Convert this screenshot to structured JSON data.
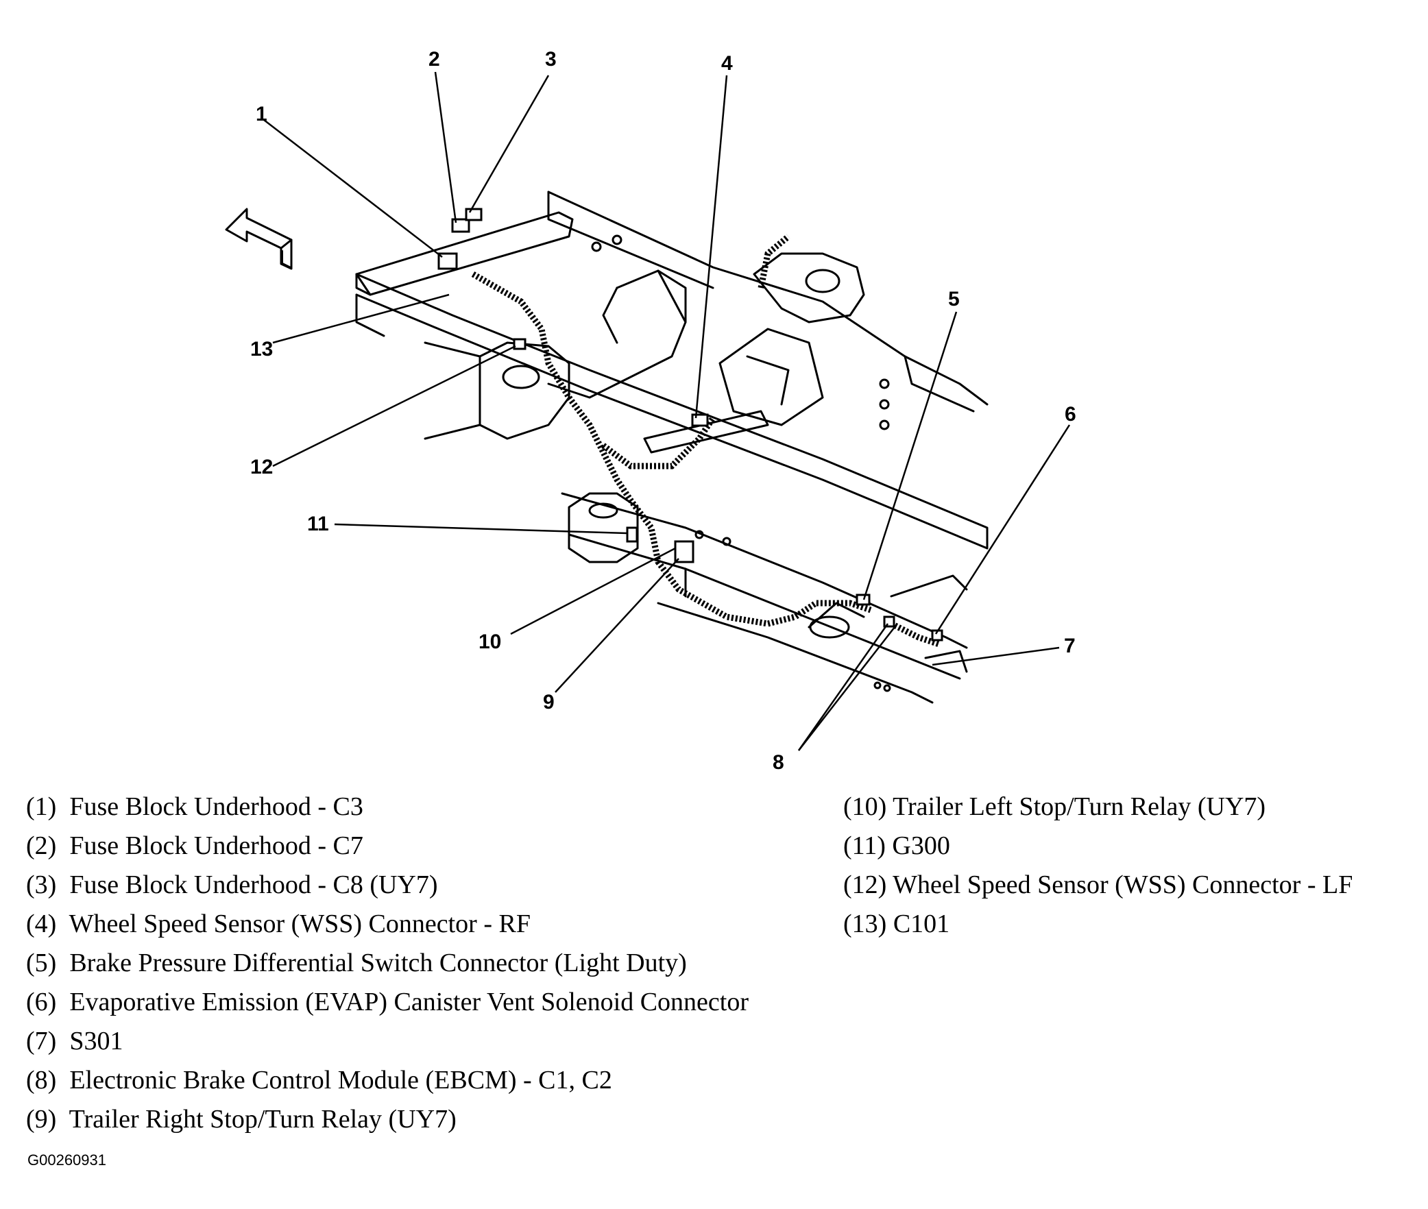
{
  "callouts": {
    "c1": "1",
    "c2": "2",
    "c3": "3",
    "c4": "4",
    "c5": "5",
    "c6": "6",
    "c7": "7",
    "c8": "8",
    "c9": "9",
    "c10": "10",
    "c11": "11",
    "c12": "12",
    "c13": "13"
  },
  "legend": {
    "left": [
      {
        "num": "(1)",
        "text": "Fuse Block Underhood - C3"
      },
      {
        "num": "(2)",
        "text": "Fuse Block Underhood - C7"
      },
      {
        "num": "(3)",
        "text": "Fuse Block Underhood - C8 (UY7)"
      },
      {
        "num": "(4)",
        "text": "Wheel Speed Sensor (WSS) Connector - RF"
      },
      {
        "num": "(5)",
        "text": "Brake Pressure Differential Switch Connector (Light Duty)"
      },
      {
        "num": "(6)",
        "text": "Evaporative Emission (EVAP) Canister Vent Solenoid Connector"
      },
      {
        "num": "(7)",
        "text": "S301"
      },
      {
        "num": "(8)",
        "text": "Electronic Brake Control Module (EBCM) - C1, C2"
      },
      {
        "num": "(9)",
        "text": "Trailer Right Stop/Turn Relay (UY7)"
      }
    ],
    "right": [
      {
        "num": "(10)",
        "text": "Trailer Left Stop/Turn Relay (UY7)"
      },
      {
        "num": "(11)",
        "text": "G300"
      },
      {
        "num": "(12)",
        "text": "Wheel Speed Sensor (WSS) Connector - LF"
      },
      {
        "num": "(13)",
        "text": "C101"
      }
    ]
  },
  "figure_id": "G00260931"
}
